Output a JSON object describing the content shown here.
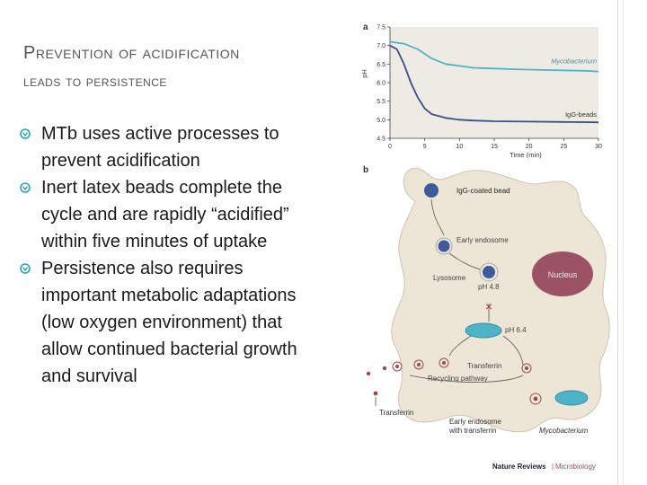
{
  "slide": {
    "title_line1": "Prevention of acidification",
    "title_line2": "leads to persistence",
    "bullets": [
      "MTb uses active processes to prevent acidification",
      "Inert latex beads complete the cycle and are rapidly “acidified” within five minutes of uptake",
      "Persistence also requires important metabolic adaptations (low oxygen environment) that allow continued bacterial growth and survival"
    ],
    "accent_color": "#29a3b8"
  },
  "figure": {
    "panel_a_label": "a",
    "panel_b_label": "b",
    "credit_brand": "Nature Reviews",
    "credit_journal": "Microbiology",
    "diagram_labels": {
      "igg_bead": "IgG-coated bead",
      "early_endosome": "Early endosome",
      "lysosome": "Lysosome",
      "ph_48": "pH 4.8",
      "nucleus": "Nucleus",
      "ph_64": "pH 6.4",
      "transferrin_inner": "Transferrin",
      "recycling": "Recycling pathway",
      "transferrin_outer": "Transferrin",
      "early_endosome_transferrin_1": "Early endosome",
      "early_endosome_transferrin_2": "with transferrin",
      "mycobacterium": "Mycobacterium"
    }
  },
  "chart_data": {
    "type": "line",
    "title": "",
    "xlabel": "Time (min)",
    "ylabel": "pH",
    "xlim": [
      0,
      30
    ],
    "ylim": [
      4.5,
      7.5
    ],
    "xticks": [
      0,
      5,
      10,
      15,
      20,
      25,
      30
    ],
    "yticks": [
      4.5,
      5.0,
      5.5,
      6.0,
      6.5,
      7.0,
      7.5
    ],
    "grid": false,
    "series": [
      {
        "name": "Mycobacterium",
        "color": "#4fb3c8",
        "x": [
          0,
          2,
          4,
          6,
          8,
          10,
          12,
          15,
          18,
          20,
          22,
          25,
          28,
          30
        ],
        "y": [
          7.1,
          7.05,
          6.9,
          6.65,
          6.5,
          6.45,
          6.4,
          6.38,
          6.36,
          6.35,
          6.34,
          6.33,
          6.32,
          6.3
        ]
      },
      {
        "name": "IgG-beads",
        "color": "#3a4f8a",
        "x": [
          0,
          1,
          2,
          3,
          4,
          5,
          6,
          8,
          10,
          12,
          15,
          20,
          25,
          30
        ],
        "y": [
          7.0,
          6.9,
          6.5,
          6.0,
          5.6,
          5.3,
          5.15,
          5.05,
          5.0,
          4.98,
          4.96,
          4.95,
          4.94,
          4.93
        ]
      }
    ]
  }
}
